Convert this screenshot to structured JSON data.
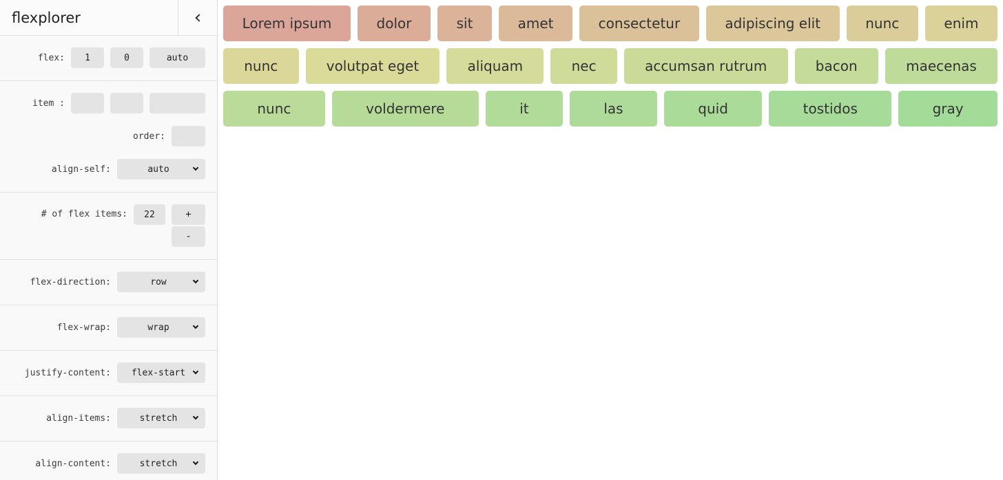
{
  "app": {
    "title": "flexplorer"
  },
  "colors": {
    "sidebar_bg": "#f9f9f9",
    "control_bg": "#e4e4e4",
    "item_text": "#333333"
  },
  "sidebar": {
    "flex_label": "flex:",
    "flex_values": [
      "1",
      "0",
      "auto"
    ],
    "item_label": "item :",
    "item_values": [
      "",
      "",
      ""
    ],
    "order_label": "order:",
    "order_value": "",
    "align_self_label": "align-self:",
    "align_self_value": "auto",
    "count_label": "# of flex items:",
    "count_value": "22",
    "increment_label": "+",
    "decrement_label": "-",
    "flex_direction_label": "flex-direction:",
    "flex_direction_value": "row",
    "flex_wrap_label": "flex-wrap:",
    "flex_wrap_value": "wrap",
    "justify_content_label": "justify-content:",
    "justify_content_value": "flex-start",
    "align_items_label": "align-items:",
    "align_items_value": "stretch",
    "align_content_label": "align-content:",
    "align_content_value": "stretch"
  },
  "flex_items": [
    {
      "label": "Lorem ipsum",
      "color": "#dba699"
    },
    {
      "label": "dolor",
      "color": "#dbad99"
    },
    {
      "label": "sit",
      "color": "#dbb399"
    },
    {
      "label": "amet",
      "color": "#dbba99"
    },
    {
      "label": "consectetur",
      "color": "#dbc199"
    },
    {
      "label": "adipiscing elit",
      "color": "#dbc799"
    },
    {
      "label": "nunc",
      "color": "#dbcd99"
    },
    {
      "label": "enim",
      "color": "#dbd299"
    },
    {
      "label": "nunc",
      "color": "#dbd799"
    },
    {
      "label": "volutpat eget",
      "color": "#dadb99"
    },
    {
      "label": "aliquam",
      "color": "#d5db99"
    },
    {
      "label": "nec",
      "color": "#cfdb99"
    },
    {
      "label": "accumsan rutrum",
      "color": "#cadb99"
    },
    {
      "label": "bacon",
      "color": "#c4db99"
    },
    {
      "label": "maecenas",
      "color": "#bfdb99"
    },
    {
      "label": "nunc",
      "color": "#badb99"
    },
    {
      "label": "voldermere",
      "color": "#b6db99"
    },
    {
      "label": "it",
      "color": "#b1db99"
    },
    {
      "label": "las",
      "color": "#aedb99"
    },
    {
      "label": "quid",
      "color": "#aadb99"
    },
    {
      "label": "tostidos",
      "color": "#a6db99"
    },
    {
      "label": "gray",
      "color": "#a3db99"
    }
  ]
}
